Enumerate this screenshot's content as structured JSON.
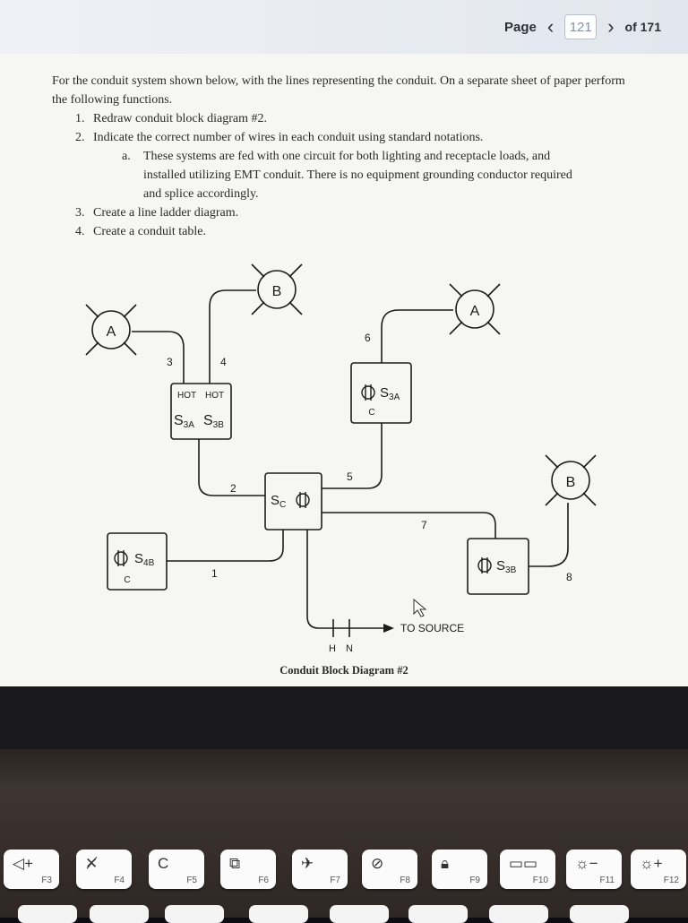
{
  "viewer": {
    "page_label": "Page",
    "prev_icon": "chevron-left-icon",
    "next_icon": "chevron-right-icon",
    "page_number": "121",
    "of_total": "of 171"
  },
  "instructions": {
    "intro": "For the conduit system shown below, with the lines representing the conduit.  On a separate sheet of paper perform the following functions.",
    "steps": [
      {
        "num": "1.",
        "text": "Redraw conduit block diagram #2."
      },
      {
        "num": "2.",
        "text": "Indicate the correct number of wires in each conduit using standard notations."
      }
    ],
    "sub": {
      "num": "a.",
      "lines": [
        "These systems are fed with one circuit for both lighting and receptacle loads, and",
        "installed utilizing EMT conduit.  There is no equipment grounding conductor required",
        "and splice accordingly."
      ]
    },
    "steps_after": [
      {
        "num": "3.",
        "text": "Create a line ladder diagram."
      },
      {
        "num": "4.",
        "text": "Create a conduit table."
      }
    ]
  },
  "diagram": {
    "caption": "Conduit Block Diagram #2",
    "lights": {
      "a_left": "A",
      "b_top": "B",
      "a_right": "A",
      "b_right": "B"
    },
    "conduit_numbers": {
      "c1": "1",
      "c2": "2",
      "c3": "3",
      "c4": "4",
      "c5": "5",
      "c6": "6",
      "c7": "7",
      "c8": "8"
    },
    "box_hot": {
      "hot1": "HOT",
      "hot2": "HOT",
      "s1_main": "S",
      "s1_sub": "3A",
      "s2_main": "S",
      "s2_sub": "3B"
    },
    "box_s3a": {
      "main": "S",
      "sub": "3A",
      "label": "C"
    },
    "box_sc": {
      "main": "S",
      "sub": "C"
    },
    "box_s4b": {
      "main": "S",
      "sub": "4B",
      "label": "C"
    },
    "box_s3b": {
      "main": "S",
      "sub": "3B"
    },
    "source": {
      "label": "TO SOURCE",
      "hot": "H",
      "neutral": "N"
    }
  },
  "keyboard": {
    "keys": [
      {
        "glyph": "◁+",
        "fn": "F3",
        "icon": "volume-up-icon"
      },
      {
        "glyph": "✕̸",
        "fn": "F4",
        "icon": "mic-mute-icon"
      },
      {
        "glyph": "C",
        "fn": "F5",
        "icon": "refresh-icon"
      },
      {
        "glyph": "⧉",
        "fn": "F6",
        "icon": "screenshot-icon"
      },
      {
        "glyph": "✈",
        "fn": "F7",
        "icon": "airplane-icon"
      },
      {
        "glyph": "⊘",
        "fn": "F8",
        "icon": "camera-off-icon"
      },
      {
        "glyph": "🔒︎",
        "fn": "F9",
        "icon": "lock-icon"
      },
      {
        "glyph": "▭▭",
        "fn": "F10",
        "icon": "display-icon"
      },
      {
        "glyph": "☼−",
        "fn": "F11",
        "icon": "brightness-down-icon"
      },
      {
        "glyph": "☼+",
        "fn": "F12",
        "icon": "brightness-up-icon"
      }
    ]
  }
}
